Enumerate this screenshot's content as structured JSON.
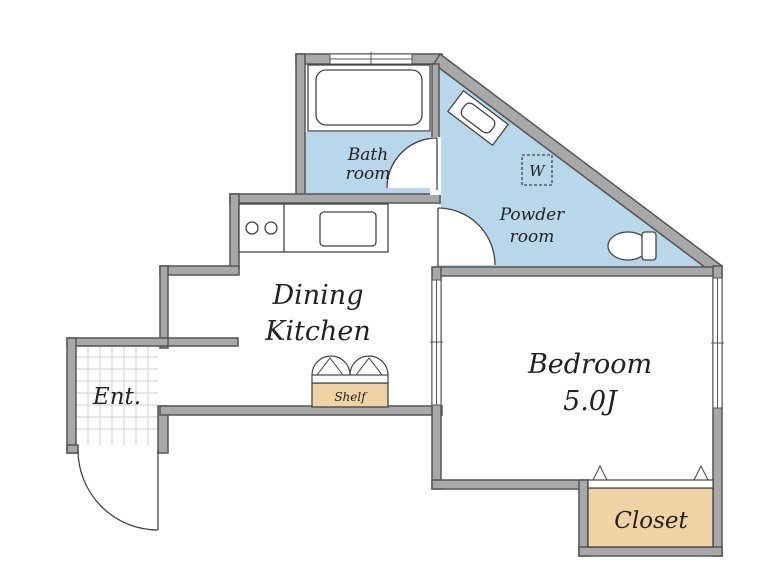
{
  "rooms": {
    "bath": {
      "line1": "Bath",
      "line2": "room"
    },
    "powder": {
      "line1": "Powder",
      "line2": "room",
      "washer": "W"
    },
    "dining": {
      "line1": "Dining",
      "line2": "Kitchen"
    },
    "shelf": "Shelf",
    "bedroom": {
      "line1": "Bedroom",
      "line2": "5.0J"
    },
    "closet": "Closet",
    "entrance": "Ent."
  },
  "colors": {
    "wall_fill": "#9e9e9e",
    "wall_edge": "#555555",
    "wet_area": "#b9d7ea",
    "storage": "#efd3a4",
    "entrance_tile": "#d4d4d4"
  }
}
